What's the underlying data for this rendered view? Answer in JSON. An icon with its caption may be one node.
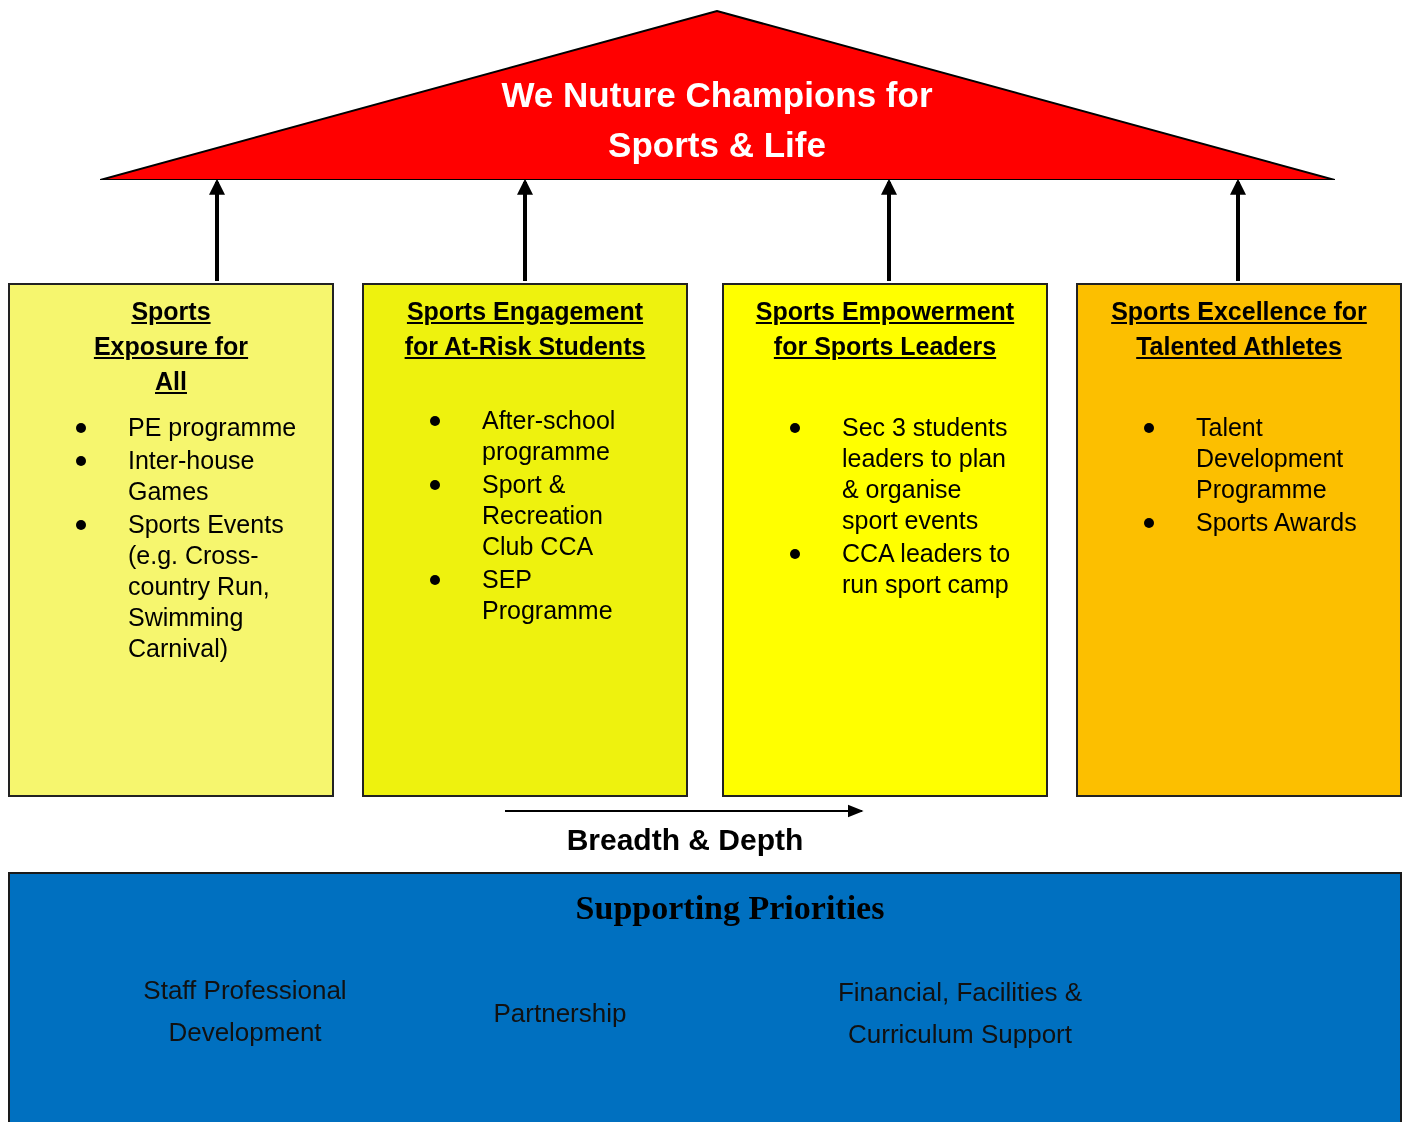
{
  "diagram": {
    "nodes": [
      {
        "text": [
          "We Nuture Champions for Sports & Life"
        ]
      },
      {
        "text": [
          "Sports Exposure for All",
          "PE programme",
          "Inter-house Games",
          "Sports Events (e.g. Cross-country Run, Swimming Carnival)"
        ]
      },
      {
        "text": [
          "Sports Engagement for At-Risk Students",
          "After-school programme",
          "Sport & Recreation Club CCA",
          "SEP Programme"
        ]
      },
      {
        "text": [
          "Sports Empowerment for Sports Leaders",
          "Sec 3 students leaders to plan & organise sport events",
          "CCA leaders to run sport camp"
        ]
      },
      {
        "text": [
          "Sports Excellence for Talented Athletes",
          "Talent Development Programme",
          "Sports Awards"
        ]
      },
      {
        "text": [
          "Supporting Priorities",
          "Staff Professional Development",
          "Partnership",
          "Financial, Facilities & Curriculum Support"
        ]
      }
    ],
    "edges": [
      {
        "from": 1,
        "to": 0,
        "arrow": "to"
      },
      {
        "from": 2,
        "to": 0,
        "arrow": "to"
      },
      {
        "from": 3,
        "to": 0,
        "arrow": "to"
      },
      {
        "from": 4,
        "to": 0,
        "arrow": "to"
      }
    ],
    "labels": [
      "Breadth & Depth"
    ]
  }
}
